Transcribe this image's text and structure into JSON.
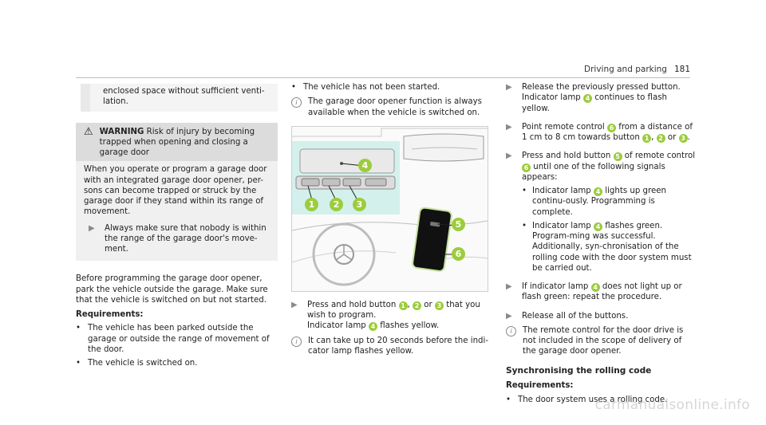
{
  "header": {
    "section": "Driving and parking",
    "page": "181"
  },
  "col1": {
    "cont_text": "enclosed space without sufficient venti-lation.",
    "warning": {
      "label": "WARNING",
      "title": "Risk of injury by becoming trapped when opening and closing a garage door",
      "body": "When you operate or program a garage door with an integrated garage door opener, per-sons can become trapped or struck by the garage door if they stand within its range of movement.",
      "step": "Always make sure that nobody is within the range of the garage door's move-ment."
    },
    "para": "Before programming the garage door opener, park the vehicle outside the garage. Make sure that the vehicle is switched on but not started.",
    "req_heading": "Requirements:",
    "req_bullets": [
      "The vehicle has been parked outside the garage or outside the range of movement of the door.",
      "The vehicle is switched on."
    ]
  },
  "col2": {
    "bullet": "The vehicle has not been started.",
    "info": "The garage door opener function is always available when the vehicle is switched on.",
    "figure": {
      "markers": [
        "1",
        "2",
        "3",
        "4",
        "5",
        "6"
      ]
    },
    "step": {
      "pre": "Press and hold button",
      "n1": "1",
      "sep1": ",",
      "n2": "2",
      "or": "or",
      "n3": "3",
      "post": "that you wish to program.",
      "line2_pre": "Indicator lamp",
      "n4": "4",
      "line2_post": "flashes yellow."
    },
    "info2": "It can take up to 20 seconds before the indi-cator lamp flashes yellow."
  },
  "col3": {
    "s1_pre": "Release the previously pressed button. Indicator lamp",
    "s1_n": "4",
    "s1_post": "continues to flash yellow.",
    "s2_pre": "Point remote control",
    "s2_n": "6",
    "s2_mid": "from a distance of 1 cm to 8 cm towards button",
    "s2_n1": "1",
    "s2_n2": "2",
    "s2_or": "or",
    "s2_n3": "3",
    "s3_pre": "Press and hold button",
    "s3_n": "5",
    "s3_mid": "of remote control",
    "s3_n2": "6",
    "s3_post": "until one of the following signals appears:",
    "s3_b1_pre": "Indicator lamp",
    "s3_b1_n": "4",
    "s3_b1_post": "lights up green continu-ously. Programming is complete.",
    "s3_b2_pre": "Indicator lamp",
    "s3_b2_n": "4",
    "s3_b2_post": "flashes green. Program-ming was successful. Additionally, syn-chronisation of the rolling code with the door system must be carried out.",
    "s4_pre": "If indicator lamp",
    "s4_n": "4",
    "s4_post": "does not light up or flash green: repeat the procedure.",
    "s5": "Release all of the buttons.",
    "info": "The remote control for the door drive is not included in the scope of delivery of the garage door opener.",
    "section_title": "Synchronising the rolling code",
    "req_heading": "Requirements:",
    "req_bullet": "The door system uses a rolling code."
  },
  "watermark": "carmanualsonline.info",
  "colors": {
    "marker": "#9ccc3c",
    "highlight": "#d4f0ec",
    "warning_head": "#dcdcdc"
  }
}
